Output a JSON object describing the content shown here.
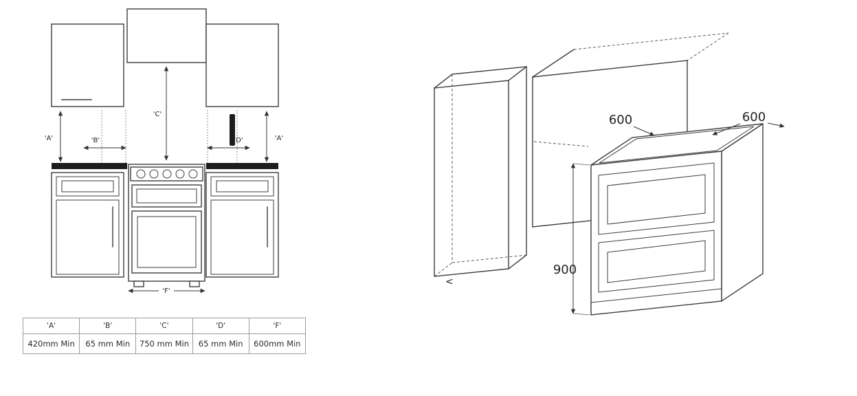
{
  "left_diagram": {
    "labels": {
      "a_left": "'A'",
      "a_right": "'A'",
      "b": "'B'",
      "c": "'C'",
      "d": "'D'",
      "f": "'F'"
    }
  },
  "spec_table": {
    "headers": [
      "'A'",
      "'B'",
      "'C'",
      "'D'",
      "'F'"
    ],
    "values": [
      "420mm Min",
      "65 mm Min",
      "750 mm Min",
      "65 mm Min",
      "600mm Min"
    ]
  },
  "right_diagram": {
    "dim_top_left": "600",
    "dim_top_right": "600",
    "dim_height": "900",
    "gap_marker": "<"
  }
}
